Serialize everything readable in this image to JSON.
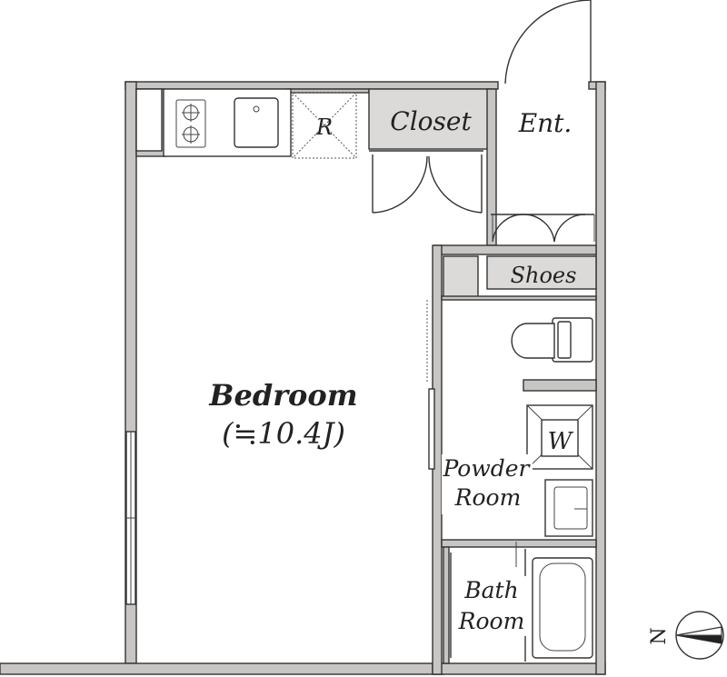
{
  "rooms": {
    "bedroom": {
      "name": "Bedroom",
      "size": "(≒10.4J)"
    },
    "closet": "Closet",
    "entrance": "Ent.",
    "shoes": "Shoes",
    "refrigerator": "R",
    "washer": "W",
    "powder_room": {
      "line1": "Powder",
      "line2": "Room"
    },
    "bath_room": {
      "line1": "Bath",
      "line2": "Room"
    }
  },
  "compass": {
    "north_letter": "N"
  },
  "colors": {
    "wall": "#c8c6c4",
    "line": "#333333"
  }
}
